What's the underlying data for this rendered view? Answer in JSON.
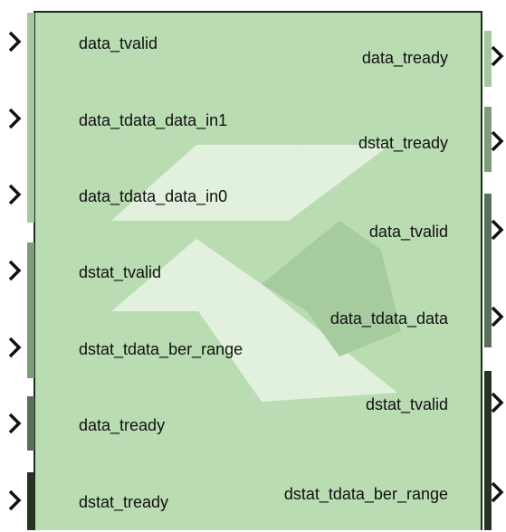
{
  "block": {
    "colors": {
      "fill": "#b9dcb2",
      "border": "#1d2b1d",
      "logo_light": "#e2f1de",
      "logo_dark": "#a6cb9e"
    },
    "input_ports": [
      {
        "label": "data_tvalid",
        "stripe_color": "#a6c7a0"
      },
      {
        "label": "data_tdata_data_in1",
        "stripe_color": "#a6c7a0"
      },
      {
        "label": "data_tdata_data_in0",
        "stripe_color": "#a6c7a0"
      },
      {
        "label": "dstat_tvalid",
        "stripe_color": "#7f9c7a"
      },
      {
        "label": "dstat_tdata_ber_range",
        "stripe_color": "#7f9c7a"
      },
      {
        "label": "data_tready",
        "stripe_color": "#587058"
      },
      {
        "label": "dstat_tready",
        "stripe_color": "#253325"
      }
    ],
    "output_ports": [
      {
        "label": "data_tready",
        "stripe_color": "#a6c7a0"
      },
      {
        "label": "dstat_tready",
        "stripe_color": "#7f9c7a"
      },
      {
        "label": "data_tvalid",
        "stripe_color": "#587058"
      },
      {
        "label": "data_tdata_data",
        "stripe_color": "#587058"
      },
      {
        "label": "dstat_tvalid",
        "stripe_color": "#253325"
      },
      {
        "label": "dstat_tdata_ber_range",
        "stripe_color": "#253325"
      }
    ]
  }
}
